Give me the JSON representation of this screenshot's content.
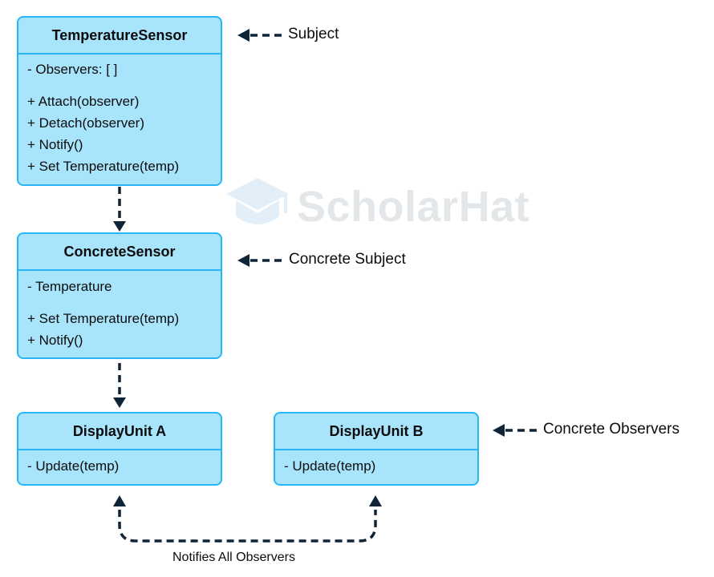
{
  "watermark": {
    "logo": "graduation-cap-icon",
    "text": "ScholarHat"
  },
  "subject": {
    "title": "TemperatureSensor",
    "attributes": [
      "- Observers: [ ]"
    ],
    "methods": [
      "+ Attach(observer)",
      "+ Detach(observer)",
      "+ Notify()",
      "+ Set Temperature(temp)"
    ]
  },
  "concrete_subject": {
    "title": "ConcreteSensor",
    "attributes": [
      "- Temperature"
    ],
    "methods": [
      "+ Set Temperature(temp)",
      "+ Notify()"
    ]
  },
  "observer_a": {
    "title": "DisplayUnit A",
    "methods": [
      "- Update(temp)"
    ]
  },
  "observer_b": {
    "title": "DisplayUnit B",
    "methods": [
      "- Update(temp)"
    ]
  },
  "annotations": {
    "subject": "Subject",
    "concrete_subject": "Concrete Subject",
    "concrete_observers": "Concrete Observers"
  },
  "footer_label": "Notifies All Observers",
  "colors": {
    "box_fill": "#a8e4fb",
    "box_border": "#29b6f6",
    "arrow": "#0f2436",
    "text": "#0d0d0d"
  }
}
